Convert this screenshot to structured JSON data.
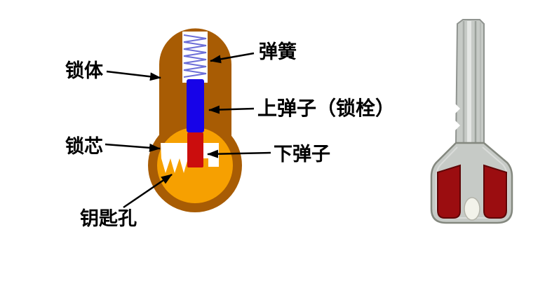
{
  "figure": {
    "labels": {
      "lock_body": "锁体",
      "spring": "弹簧",
      "upper_pin": "上弹子（锁栓）",
      "lock_core": "锁芯",
      "lower_pin": "下弹子",
      "keyhole": "钥匙孔"
    },
    "colors": {
      "body_brown": "#a85c04",
      "core_orange": "#f6a001",
      "channel_white": "#ffffff",
      "spring_blue": "#6d6fd8",
      "upper_pin_blue": "#1703e8",
      "lower_pin_red": "#cb0d0d",
      "key_gray": "#c6cac6",
      "key_outline": "#8f938f",
      "key_pad_red": "#9b0d10",
      "key_hole_white": "#f2f2ea",
      "arrow_black": "#000000"
    }
  }
}
